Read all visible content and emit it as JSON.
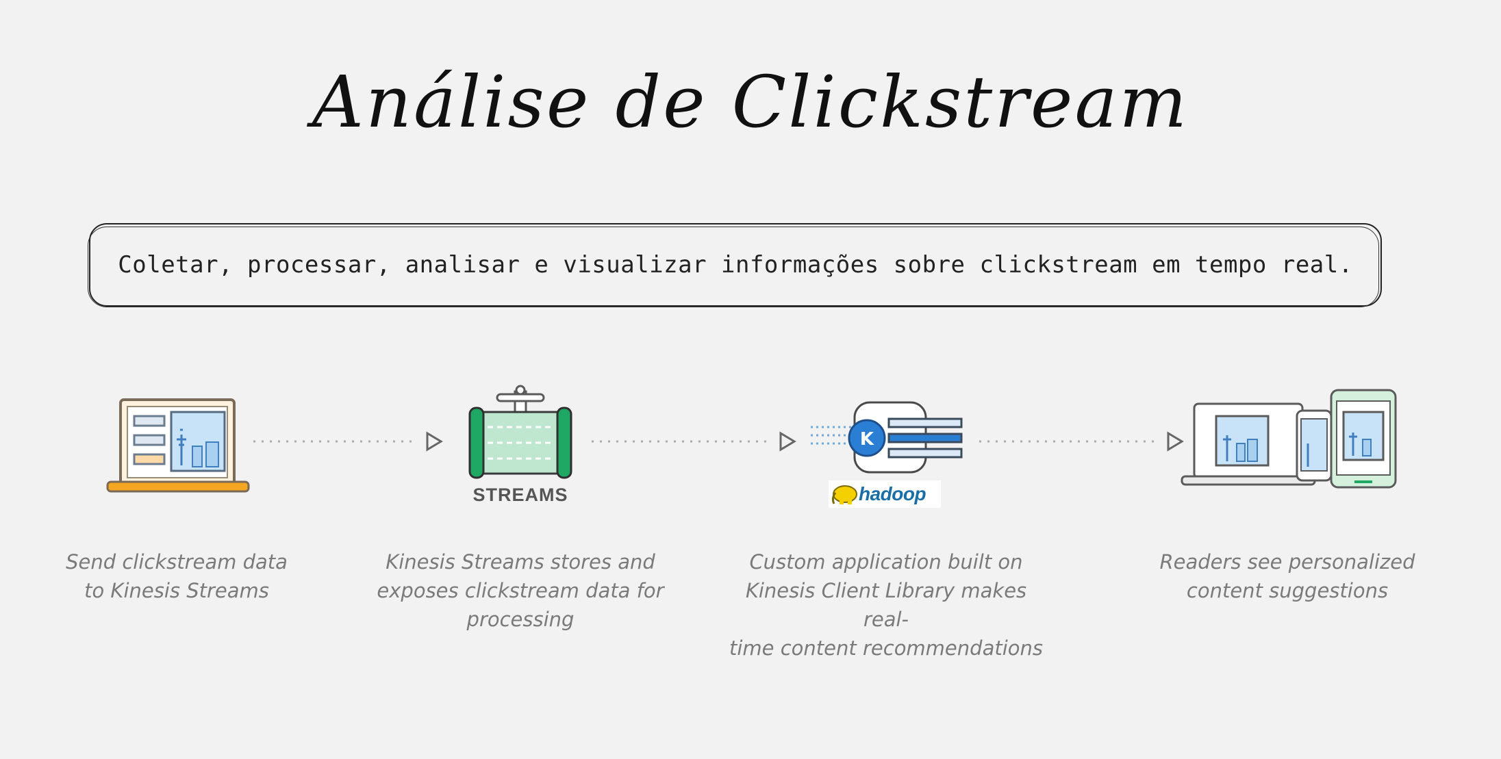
{
  "title": "Análise de Clickstream",
  "subtitle": "Coletar, processar, analisar e visualizar informações sobre clickstream em tempo real.",
  "steps": [
    {
      "icon": "laptop-icon",
      "caption_lines": [
        "Send clickstream data",
        "to Kinesis Streams"
      ]
    },
    {
      "icon": "streams-pipe-icon",
      "label": "STREAMS",
      "caption_lines": [
        "Kinesis Streams stores and",
        "exposes clickstream data for",
        "processing"
      ]
    },
    {
      "icon": "kinesis-client-app-icon",
      "badge": "hadoop",
      "caption_lines": [
        "Custom application built on",
        "Kinesis Client Library makes real-",
        "time content recommendations"
      ]
    },
    {
      "icon": "multi-device-icon",
      "caption_lines": [
        "Readers see personalized",
        "content suggestions"
      ]
    }
  ],
  "colors": {
    "background": "#f2f2f2",
    "accent_orange": "#f5a623",
    "accent_green": "#1fa764",
    "accent_blue": "#2a7fd4",
    "caption_gray": "#7a7a7a"
  }
}
